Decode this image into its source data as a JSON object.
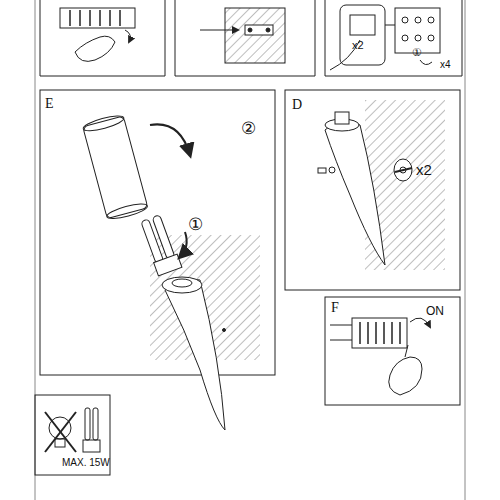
{
  "diagram": {
    "labels": [
      "x2",
      "①",
      "x4",
      "E",
      "②",
      "①",
      "D",
      "x2",
      "F",
      "ON",
      "MAX. 15W"
    ]
  }
}
